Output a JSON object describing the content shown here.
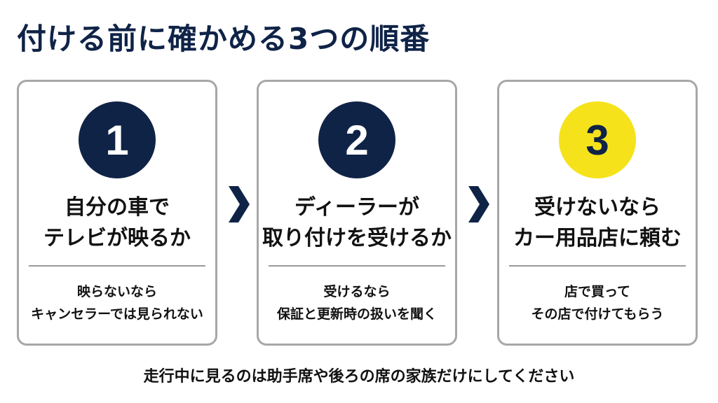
{
  "title": "付ける前に確かめる3つの順番",
  "steps": [
    {
      "number": "1",
      "heading_line1": "自分の車で",
      "heading_line2": "テレビが映るか",
      "desc_line1": "映らないなら",
      "desc_line2": "キャンセラーでは見られない",
      "badge_color": "#0f2347"
    },
    {
      "number": "2",
      "heading_line1": "ディーラーが",
      "heading_line2": "取り付けを受けるか",
      "desc_line1": "受けるなら",
      "desc_line2": "保証と更新時の扱いを聞く",
      "badge_color": "#0f2347"
    },
    {
      "number": "3",
      "heading_line1": "受けないなら",
      "heading_line2": "カー用品店に頼む",
      "desc_line1": "店で買って",
      "desc_line2": "その店で付けてもらう",
      "badge_color": "#f6e21a"
    }
  ],
  "arrow_icon": "chevron-right-icon",
  "footer": "走行中に見るのは助手席や後ろの席の家族だけにしてください",
  "colors": {
    "navy": "#0f2347",
    "yellow": "#f6e21a",
    "border": "#a7a7a7"
  }
}
